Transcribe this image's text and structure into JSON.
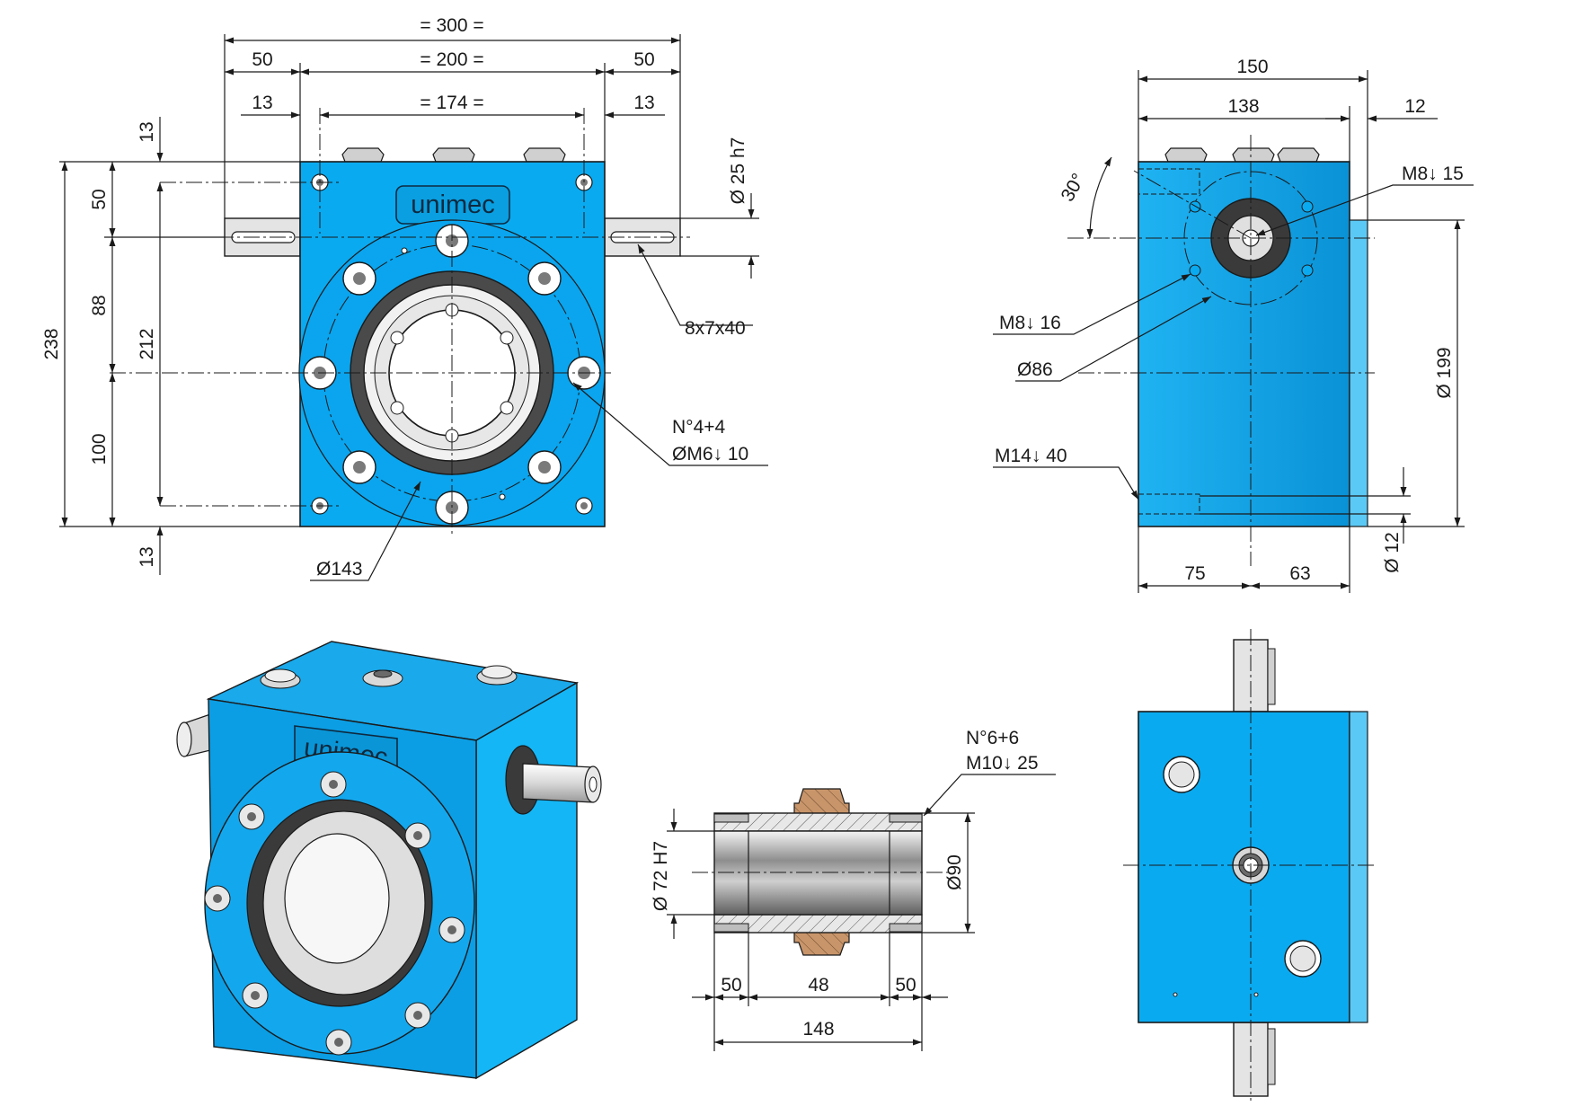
{
  "colors": {
    "body": "#0aaaf0",
    "body_dark": "#0a8fd0",
    "body_side": "#5bc9f5",
    "steel": "#d9d9d9",
    "bronze": "#c8956a",
    "seal": "#3a3a3a"
  },
  "brand": {
    "logo": "unimec"
  },
  "front_view": {
    "top_dims": {
      "overall": "= 300 =",
      "left": "50",
      "center": "= 200 =",
      "right": "50"
    },
    "hole_dims": {
      "left": "13",
      "center": "= 174 =",
      "right": "13"
    },
    "left_dims": {
      "overall": "238",
      "upper": "50",
      "middle": "88",
      "lower": "100",
      "holes": "212",
      "top_edge": "13",
      "bottom_edge": "13"
    },
    "shaft_dia": "Ø 25 h7",
    "key": "8x7x40",
    "holes_count": "N°4+4",
    "holes_thread": "ØM6↓ 10",
    "pitch_dia": "Ø143"
  },
  "side_view": {
    "top_dims": {
      "overall": "150",
      "body": "138",
      "flange": "12"
    },
    "angle": "30°",
    "thread_top": "M8↓ 15",
    "thread_holes": "M8↓ 16",
    "pcd": "Ø86",
    "thread_base": "M14↓ 40",
    "flange_dia": "Ø 199",
    "spigot_dia": "Ø 12",
    "bottom_dims": {
      "left": "75",
      "right": "63"
    }
  },
  "section_view": {
    "bore": "Ø 72 H7",
    "outer": "Ø90",
    "count": "N°6+6",
    "thread": "M10↓ 25",
    "dims": {
      "left": "50",
      "center": "48",
      "right": "50",
      "overall": "148"
    }
  }
}
